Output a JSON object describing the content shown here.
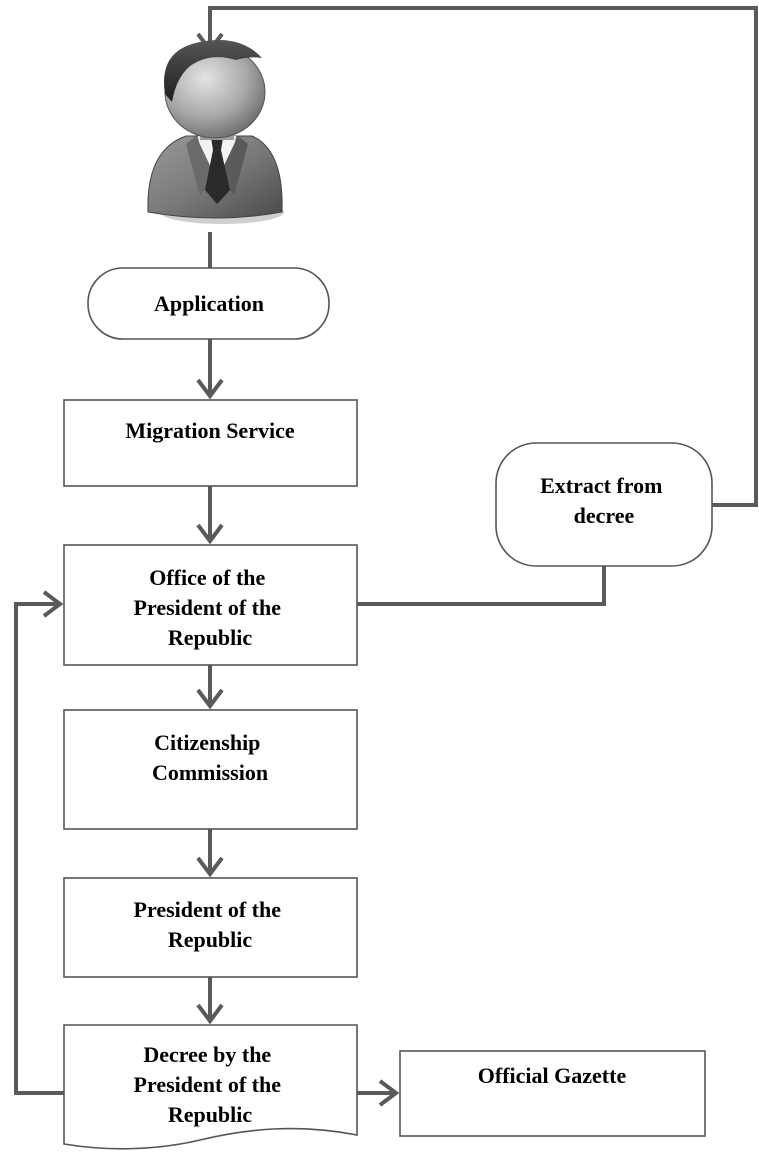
{
  "nodes": {
    "application": {
      "lines": [
        "Application"
      ]
    },
    "migration_service": {
      "lines": [
        "Migration Service"
      ]
    },
    "office_president": {
      "lines": [
        "Office of the",
        "President of the",
        "Republic"
      ]
    },
    "citizenship_commission": {
      "lines": [
        "Citizenship",
        "Commission"
      ]
    },
    "president": {
      "lines": [
        "President of the",
        "Republic"
      ]
    },
    "decree": {
      "lines": [
        "Decree by the",
        "President of the",
        "Republic"
      ]
    },
    "official_gazette": {
      "lines": [
        "Official Gazette"
      ]
    },
    "extract_decree": {
      "lines": [
        "Extract from",
        "decree"
      ]
    }
  },
  "icons": {
    "applicant": "person-icon"
  },
  "colors": {
    "connector": "#5a5a5a",
    "box_border": "#555555",
    "text": "#000000"
  }
}
